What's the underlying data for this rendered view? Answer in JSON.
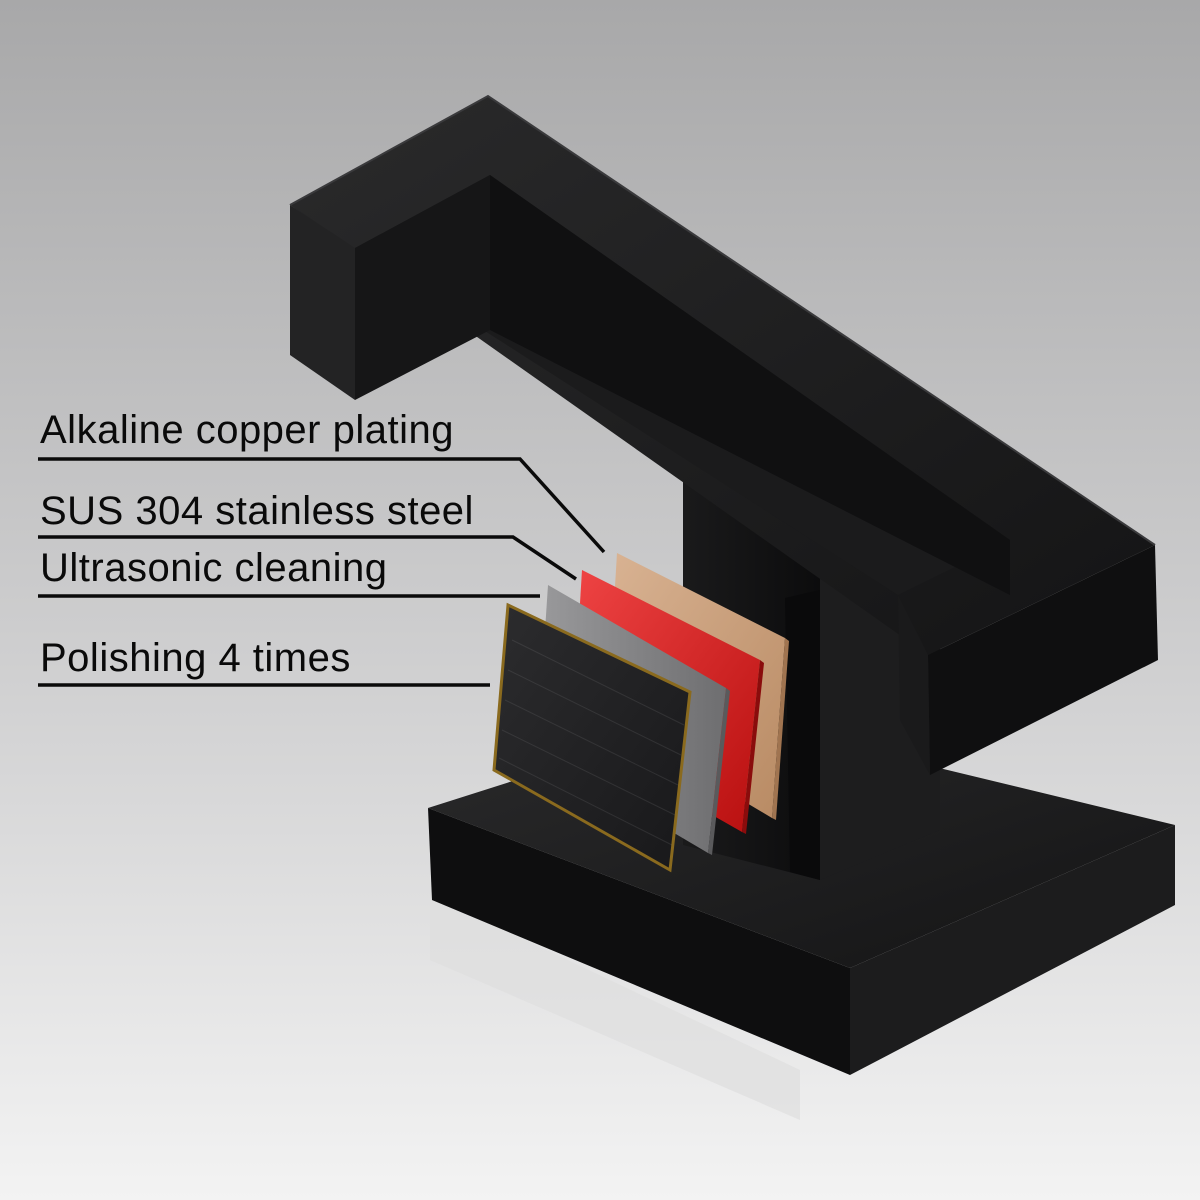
{
  "layers": [
    {
      "label": "Alkaline copper plating",
      "color": "#c9a07c"
    },
    {
      "label": "SUS 304 stainless steel",
      "color": "#d81c1c"
    },
    {
      "label": "Ultrasonic cleaning",
      "color": "#8e8e90"
    },
    {
      "label": "Polishing 4 times",
      "color": "#1c1c1e"
    }
  ],
  "colors": {
    "background_top": "#a9a9aa",
    "background_bottom": "#f2f2f2",
    "product": "#121213"
  }
}
